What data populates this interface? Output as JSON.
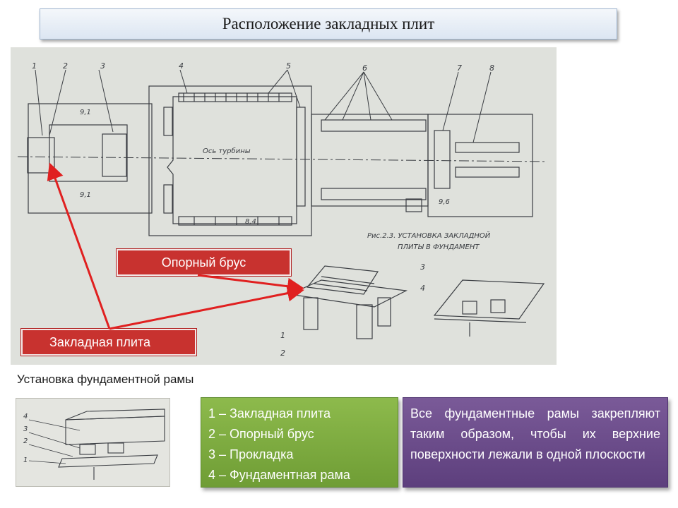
{
  "slide": {
    "title": "Расположение закладных плит"
  },
  "drawing": {
    "callouts": [
      "1",
      "2",
      "3",
      "4",
      "5",
      "6",
      "7",
      "8"
    ],
    "axis_label": "Ось турбины",
    "elevations": [
      "9,1",
      "9,1",
      "8,4",
      "9,6"
    ],
    "figure_caption_line1": "Рис.2.3. УСТАНОВКА ЗАКЛАДНОЙ",
    "figure_caption_line2": "ПЛИТЫ В ФУНДАМЕНТ",
    "detail_callouts": [
      "3",
      "1",
      "2",
      "4"
    ]
  },
  "labels": {
    "opornyi_brus": "Опорный брус",
    "zakladnaya_plita": "Закладная плита",
    "arrow_color": "#e02020"
  },
  "section": {
    "caption": "Установка фундаментной рамы"
  },
  "small_drawing": {
    "callouts": [
      "4",
      "3",
      "2",
      "1"
    ]
  },
  "legend": {
    "items": [
      "1 – Закладная плита",
      "2 – Опорный брус",
      "3 – Прокладка",
      "4 – Фундаментная рама"
    ]
  },
  "note": {
    "text": "Все фундаментные рамы закрепляют таким образом, чтобы их верхние поверхности лежали в одной плоскости"
  },
  "colors": {
    "label_red": "#c8322f",
    "legend_green": "#7aa83f",
    "note_purple": "#6a4a8a"
  }
}
